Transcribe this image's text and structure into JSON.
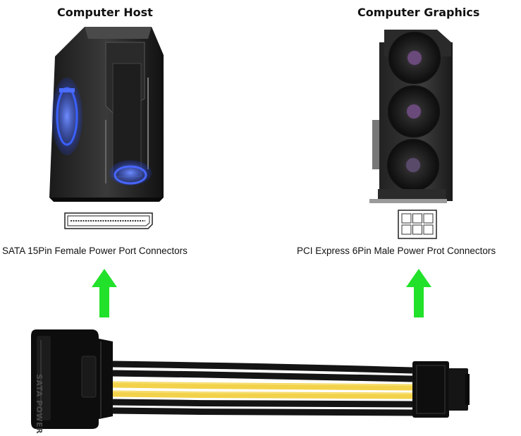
{
  "left": {
    "title": "Computer Host",
    "caption": "SATA 15Pin Female Power Port Connectors"
  },
  "right": {
    "title": "Computer Graphics",
    "caption": "PCI Express 6Pin Male Power Prot Connectors"
  },
  "cable": {
    "connector_label": "SATA POWER"
  },
  "colors": {
    "arrow": "#22e12a",
    "case_led": "#1f4dff",
    "wire_yellow": "#f2d24a",
    "wire_black": "#141414"
  }
}
